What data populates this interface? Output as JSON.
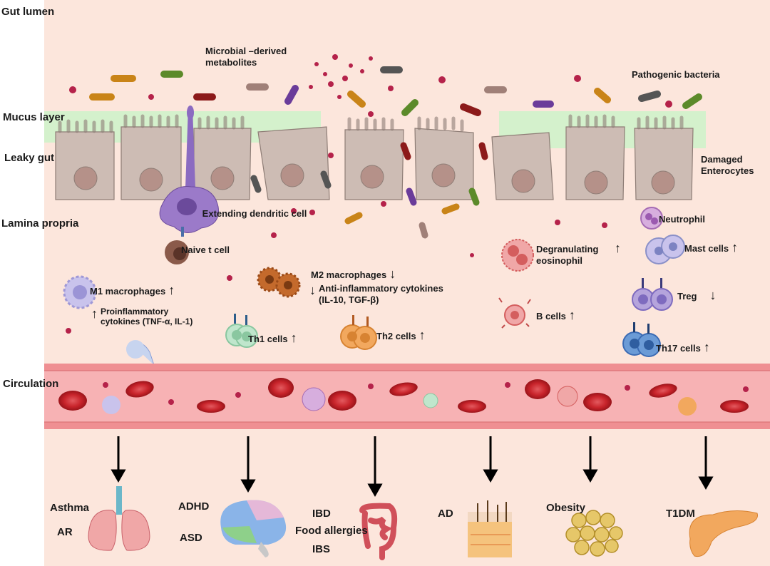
{
  "regions": {
    "gut_lumen": "Gut lumen",
    "mucus_layer": "Mucus layer",
    "leaky_gut": "Leaky gut",
    "lamina_propria": "Lamina propria",
    "circulation": "Circulation"
  },
  "labels": {
    "microbial_metabolites": "Microbial –derived metabolites",
    "pathogenic_bacteria": "Pathogenic bacteria",
    "damaged_enterocytes": "Damaged Enterocytes",
    "extending_dendritic_cell": "Extending dendritic cell",
    "naive_t_cell": "Naive t cell"
  },
  "cells": {
    "m1_macrophages": {
      "label": "M1 macrophages",
      "arrow": "↑"
    },
    "proinflammatory_cytokines": {
      "label": "Proinflammatory cytokines (TNF-α, IL-1)",
      "arrow": "↑"
    },
    "m2_macrophages": {
      "label": "M2 macrophages",
      "arrow": "↓"
    },
    "anti_inflammatory_cytokines": {
      "label": "Anti-inflammatory cytokines (IL-10, TGF-β)",
      "arrow": "↓"
    },
    "th1_cells": {
      "label": "Th1 cells",
      "arrow": "↑"
    },
    "th2_cells": {
      "label": "Th2 cells",
      "arrow": "↑"
    },
    "degranulating_eosinophil": {
      "label": "Degranulating eosinophil",
      "arrow": "↑"
    },
    "b_cells": {
      "label": "B cells",
      "arrow": "↑"
    },
    "neutrophil": {
      "label": "Neutrophil"
    },
    "mast_cells": {
      "label": "Mast cells",
      "arrow": "↑"
    },
    "treg": {
      "label": "Treg",
      "arrow": "↓"
    },
    "th17_cells": {
      "label": "Th17 cells",
      "arrow": "↑"
    }
  },
  "diseases": {
    "asthma": "Asthma",
    "ar": "AR",
    "adhd": "ADHD",
    "asd": "ASD",
    "ibd": "IBD",
    "food_allergies": "Food allergies",
    "ibs": "IBS",
    "ad": "AD",
    "obesity": "Obesity",
    "t1dm": "T1DM"
  },
  "colors": {
    "background": "#fce6dc",
    "mucus": "#d4f1cc",
    "enterocyte": "#cdbcb4",
    "nucleus": "#b59189",
    "vessel": "#f7b2b4",
    "rbc": "#c8242b",
    "macrophage": "#c9c3ec",
    "dendritic": "#9b7ac9"
  }
}
